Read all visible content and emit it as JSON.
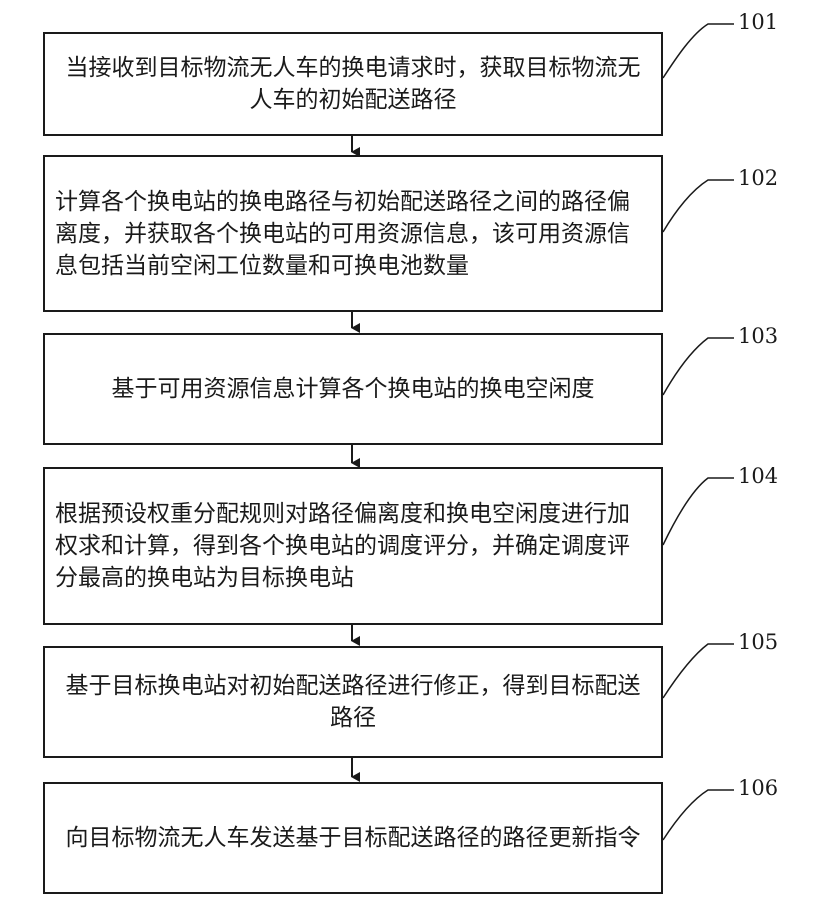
{
  "steps": [
    {
      "number": "101",
      "text": "当接收到目标物流无人车的换电请求时，获取目标物流无人车的初始配送路径"
    },
    {
      "number": "102",
      "text": "计算各个换电站的换电路径与初始配送路径之间的路径偏离度，并获取各个换电站的可用资源信息，该可用资源信息包括当前空闲工位数量和可换电池数量"
    },
    {
      "number": "103",
      "text": "基于可用资源信息计算各个换电站的换电空闲度"
    },
    {
      "number": "104",
      "text": "根据预设权重分配规则对路径偏离度和换电空闲度进行加权求和计算，得到各个换电站的调度评分，并确定调度评分最高的换电站为目标换电站"
    },
    {
      "number": "105",
      "text": "基于目标换电站对初始配送路径进行修正，得到目标配送路径"
    },
    {
      "number": "106",
      "text": "向目标物流无人车发送基于目标配送路径的路径更新指令"
    }
  ]
}
